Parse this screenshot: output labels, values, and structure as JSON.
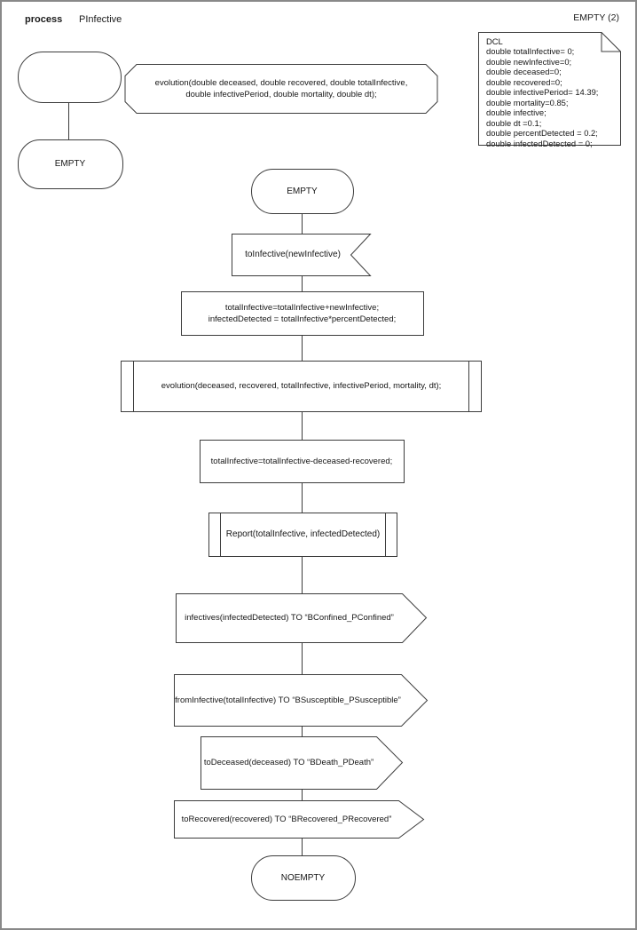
{
  "header": {
    "kind_label": "process",
    "process_name": "PInfective",
    "page_label": "EMPTY (2)"
  },
  "declarations": {
    "text": "DCL\ndouble totalInfective= 0;\ndouble newInfective=0;\ndouble deceased=0;\ndouble recovered=0;\ndouble infectivePeriod= 14.39;\ndouble mortality=0.85;\ndouble infective;\ndouble dt =0.1;\ndouble percentDetected = 0.2;\ndouble infectedDetected = 0;"
  },
  "procedure_declaration": {
    "text": "evolution(double deceased, double recovered, double totalInfective,\ndouble infectivePeriod, double mortality, double dt);"
  },
  "states": {
    "left_state": "EMPTY",
    "main_state": "EMPTY",
    "final_state": "NOEMPTY"
  },
  "flow": {
    "input_signal": "toInfective(newInfective)",
    "task_update": "totalInfective=totalInfective+newInfective;\ninfectedDetected = totalInfective*percentDetected;",
    "call_evolution": "evolution(deceased, recovered, totalInfective, infectivePeriod, mortality, dt);",
    "task_subtract": "totalInfective=totalInfective-deceased-recovered;",
    "call_report": "Report(totalInfective, infectedDetected)",
    "output_infectives": "infectives(infectedDetected) TO “BConfined_PConfined”",
    "output_from_infective": "fromInfective(totalInfective) TO “BSusceptible_PSusceptible”",
    "output_to_deceased": "toDeceased(deceased) TO “BDeath_PDeath”",
    "output_to_recovered": "toRecovered(recovered) TO “BRecovered_PRecovered”"
  },
  "colors": {
    "stroke": "#3c3c3c",
    "page_border": "#898989",
    "background": "#ffffff"
  }
}
